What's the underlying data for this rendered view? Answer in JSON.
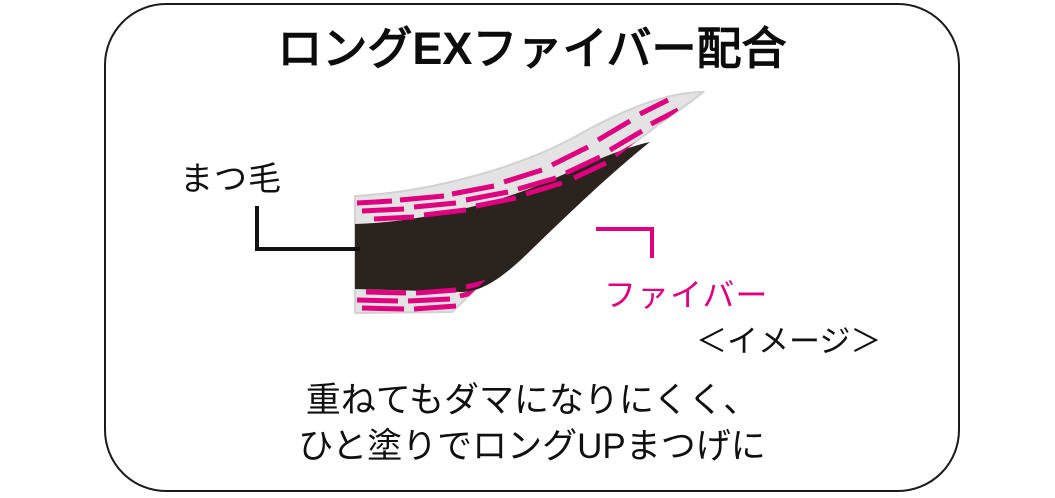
{
  "frame": {
    "shape": "rounded-rectangle",
    "border_color": "#1a1a1a",
    "background": "#ffffff"
  },
  "headline": {
    "text": "ロングEXファイバー配合"
  },
  "illustration": {
    "name": "eyelash-fiber-mascara-diagram",
    "colors": {
      "lash_core": "#2b231e",
      "mascara_coat": "#e2e2e2",
      "coat_edge": "#cfcfcf",
      "fiber": "#e0007f"
    },
    "parts": [
      {
        "name": "lash-core",
        "label": "まつ毛"
      },
      {
        "name": "mascara-coating",
        "label": ""
      },
      {
        "name": "fiber-dashes",
        "label": "ファイバー"
      }
    ]
  },
  "labels": {
    "lash": "まつ毛",
    "fiber": "ファイバー",
    "image_note": "＜イメージ＞"
  },
  "caption": {
    "line1": "重ねてもダマになりにくく、",
    "line2": "ひと塗りでロングUPまつげに"
  },
  "leaders": {
    "lash_leader_color": "#111111",
    "fiber_leader_color": "#e0007f"
  }
}
